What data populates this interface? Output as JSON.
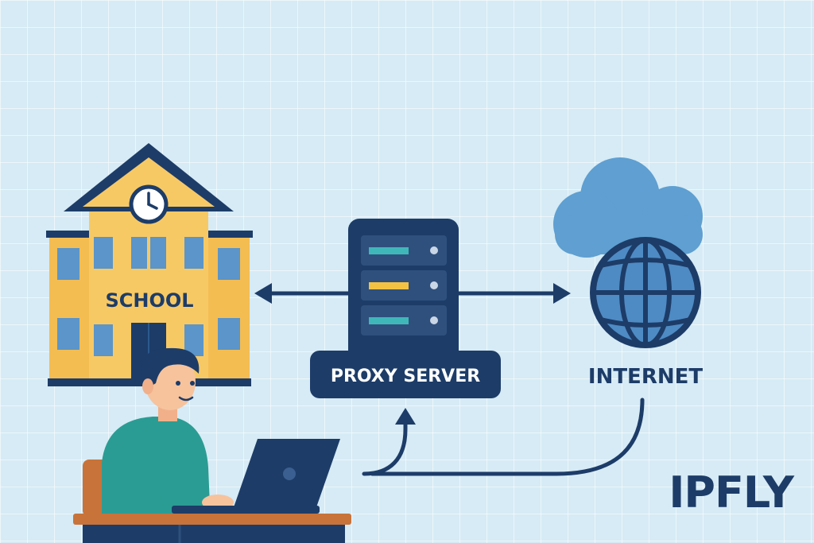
{
  "labels": {
    "school": "SCHOOL",
    "proxy": "PROXY SERVER",
    "internet": "INTERNET",
    "brand": "IPFLY"
  },
  "icons": [
    "school-building-icon",
    "clock-icon",
    "server-icon",
    "cloud-icon",
    "globe-icon",
    "laptop-icon",
    "student-icon"
  ],
  "colors": {
    "background": "#d6ebf5",
    "navy": "#1d3c68",
    "school_wall": "#f7c965",
    "window": "#5b95c9",
    "cloud": "#5f9fd1",
    "server_led_teal": "#3fb7b9",
    "server_led_yellow": "#f4c242",
    "shirt": "#2b9c93",
    "desk": "#c8733a"
  }
}
